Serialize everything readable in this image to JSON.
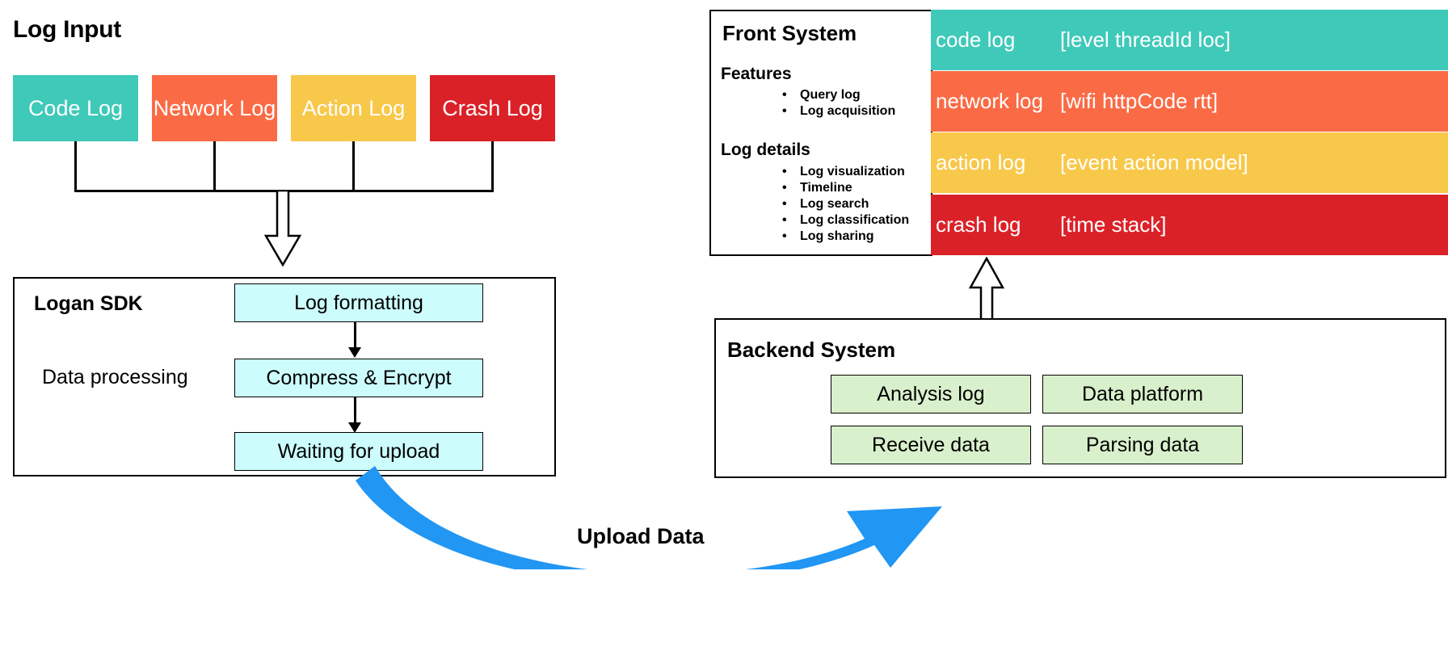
{
  "log_input": {
    "title": "Log Input",
    "chips": [
      {
        "label": "Code Log",
        "color": "#3FC9B9"
      },
      {
        "label": "Network Log",
        "color": "#FA6B45"
      },
      {
        "label": "Action Log",
        "color": "#F8C84A"
      },
      {
        "label": "Crash Log",
        "color": "#DB2128"
      }
    ]
  },
  "logan_sdk": {
    "title": "Logan SDK",
    "subtitle": "Data processing",
    "steps": [
      {
        "label": "Log formatting"
      },
      {
        "label": "Compress & Encrypt"
      },
      {
        "label": "Waiting for upload"
      }
    ]
  },
  "front_system": {
    "title": "Front System",
    "sections": [
      {
        "heading": "Features",
        "items": [
          "Query log",
          "Log acquisition"
        ]
      },
      {
        "heading": "Log details",
        "items": [
          "Log visualization",
          "Timeline",
          "Log search",
          "Log classification",
          "Log sharing"
        ]
      }
    ],
    "log_rows": [
      {
        "name": "code log",
        "fields": "[level threadId loc]",
        "color": "#3FC9B9"
      },
      {
        "name": "network log",
        "fields": "[wifi httpCode rtt]",
        "color": "#FA6B45"
      },
      {
        "name": "action log",
        "fields": "[event action model]",
        "color": "#F8C84A"
      },
      {
        "name": "crash log",
        "fields": "[time stack]",
        "color": "#DB2128"
      }
    ]
  },
  "backend_system": {
    "title": "Backend System",
    "boxes": [
      {
        "label": "Analysis log"
      },
      {
        "label": "Data platform"
      },
      {
        "label": "Receive data"
      },
      {
        "label": "Parsing data"
      }
    ]
  },
  "upload_flow": {
    "label": "Upload Data",
    "color": "#2196F3"
  }
}
